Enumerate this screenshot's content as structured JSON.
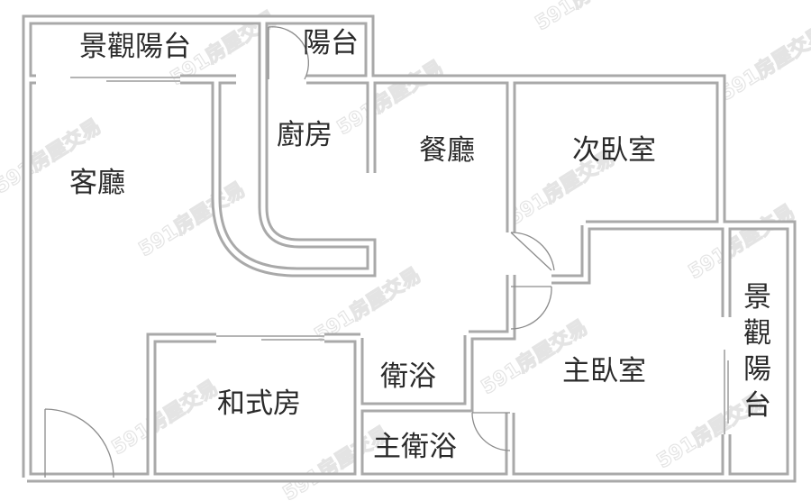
{
  "floorplan": {
    "rooms": [
      {
        "id": "balcony-view-top",
        "label": "景觀陽台"
      },
      {
        "id": "balcony-kitchen",
        "label": "陽台"
      },
      {
        "id": "kitchen",
        "label": "廚房"
      },
      {
        "id": "dining",
        "label": "餐廳"
      },
      {
        "id": "second-bedroom",
        "label": "次臥室"
      },
      {
        "id": "living",
        "label": "客廳"
      },
      {
        "id": "bath",
        "label": "衛浴"
      },
      {
        "id": "master-bedroom",
        "label": "主臥室"
      },
      {
        "id": "japanese-room",
        "label": "和式房"
      },
      {
        "id": "master-bath",
        "label": "主衛浴"
      },
      {
        "id": "balcony-view-right",
        "label": "景\n觀\n陽\n台"
      }
    ],
    "watermark": "591房屋交易"
  }
}
